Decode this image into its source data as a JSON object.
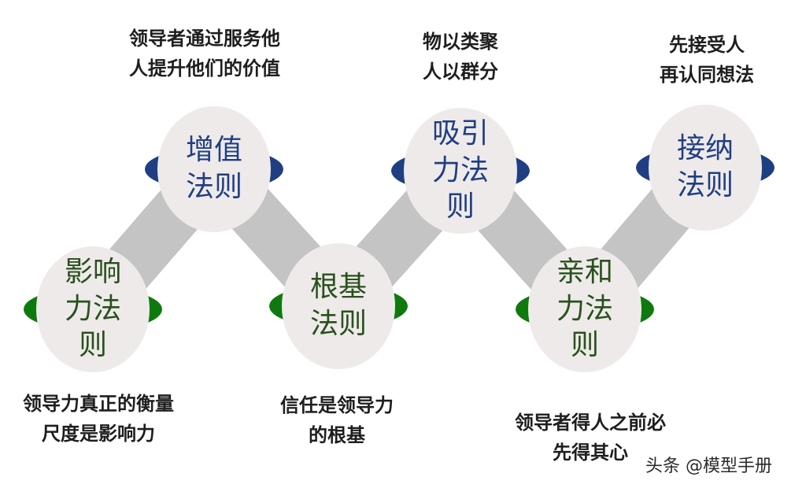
{
  "colors": {
    "connector": "#c4c4c4",
    "circle_fill": "#efeaea",
    "up_accent": "#1f3f82",
    "down_accent": "#0e7a0e",
    "up_text": "#1f3f82",
    "down_text": "#28511c"
  },
  "nodes": [
    {
      "title": "影响\n力法\n则",
      "row": "down"
    },
    {
      "title": "增值\n法则",
      "row": "up"
    },
    {
      "title": "根基\n法则",
      "row": "down"
    },
    {
      "title": "吸引\n力法\n则",
      "row": "up"
    },
    {
      "title": "亲和\n力法\n则",
      "row": "down"
    },
    {
      "title": "接纳\n法则",
      "row": "up"
    }
  ],
  "descriptions": [
    "领导力真正的衡量\n尺度是影响力",
    "领导者通过服务他\n人提升他们的价值",
    "信任是领导力\n的根基",
    "物以类聚\n人以群分",
    "领导者得人之前必\n先得其心",
    "先接受人\n再认同想法"
  ],
  "watermark": "头条 @模型手册"
}
